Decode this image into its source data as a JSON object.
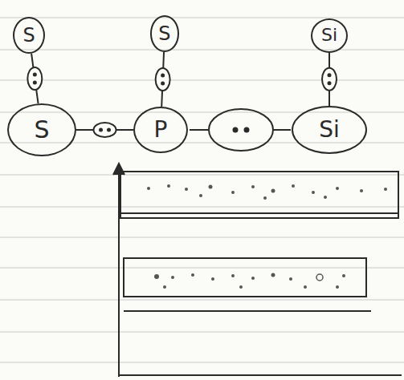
{
  "diagram": {
    "nodes": [
      {
        "text": [
          "S"
        ]
      },
      {
        "text": [
          "S"
        ]
      },
      {
        "text": [
          "Si"
        ]
      },
      {
        "text": [
          "S"
        ]
      },
      {
        "text": [
          "P"
        ]
      },
      {
        "text": [
          "Si"
        ]
      }
    ],
    "edges": [
      {
        "from": 0,
        "to": 3,
        "arrow": "none"
      },
      {
        "from": 1,
        "to": 4,
        "arrow": "none"
      },
      {
        "from": 2,
        "to": 5,
        "arrow": "none"
      },
      {
        "from": 3,
        "to": 4,
        "arrow": "none"
      }
    ]
  }
}
